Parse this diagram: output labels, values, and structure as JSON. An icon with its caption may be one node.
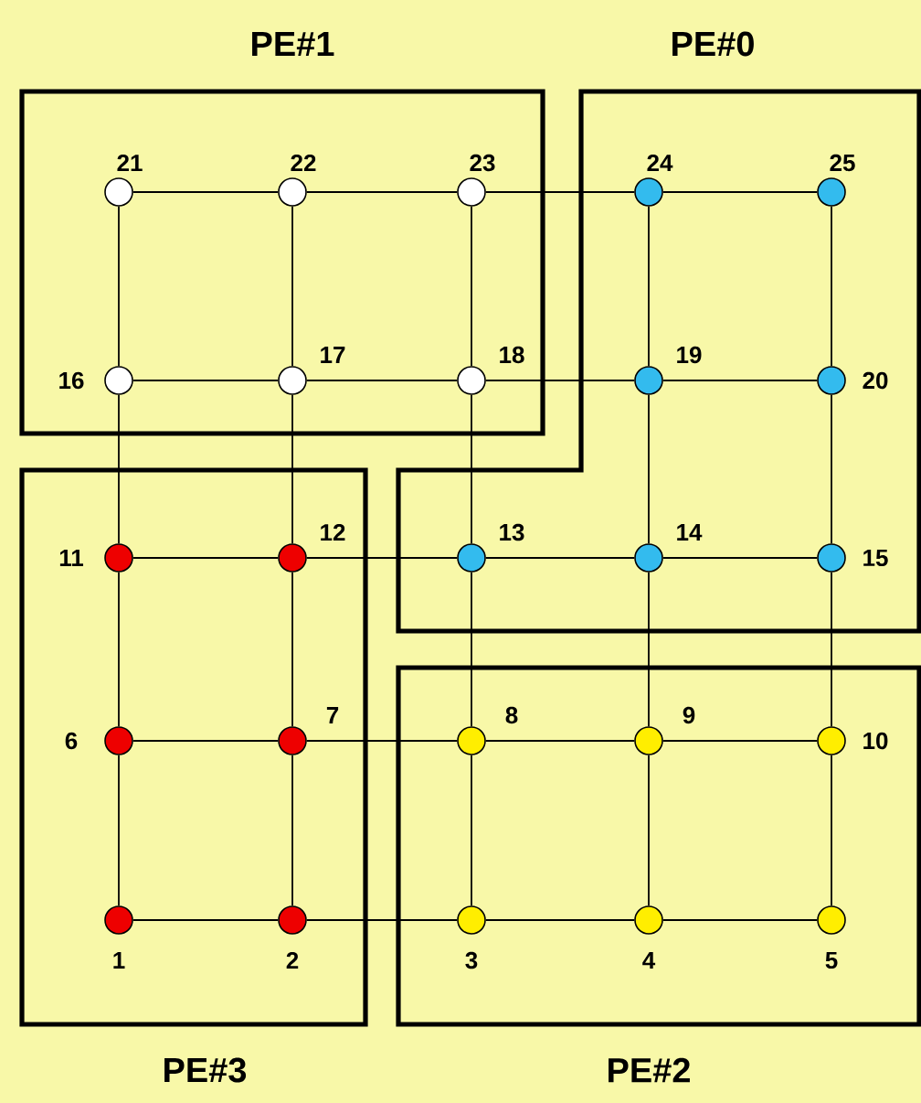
{
  "diagram": {
    "nodes": [
      {
        "text": [
          "PE#1"
        ]
      },
      {
        "text": [
          "PE#0"
        ]
      },
      {
        "text": [
          "PE#3"
        ]
      },
      {
        "text": [
          "PE#2"
        ]
      },
      {
        "text": [],
        "shape": "circle",
        "in": 0,
        "beside": [
          "21"
        ]
      },
      {
        "text": [],
        "shape": "circle",
        "in": 0,
        "beside": [
          "22"
        ]
      },
      {
        "text": [],
        "shape": "circle",
        "in": 0,
        "beside": [
          "23"
        ]
      },
      {
        "text": [],
        "shape": "circle",
        "in": 1,
        "beside": [
          "24"
        ]
      },
      {
        "text": [],
        "shape": "circle",
        "in": 1,
        "beside": [
          "25"
        ]
      },
      {
        "text": [],
        "shape": "circle",
        "in": 0,
        "beside": [
          "16"
        ]
      },
      {
        "text": [],
        "shape": "circle",
        "in": 0,
        "beside": [
          "17"
        ]
      },
      {
        "text": [],
        "shape": "circle",
        "in": 0,
        "beside": [
          "18"
        ]
      },
      {
        "text": [],
        "shape": "circle",
        "in": 1,
        "beside": [
          "19"
        ]
      },
      {
        "text": [],
        "shape": "circle",
        "in": 1,
        "beside": [
          "20"
        ]
      },
      {
        "text": [],
        "shape": "circle",
        "in": 2,
        "beside": [
          "11"
        ]
      },
      {
        "text": [],
        "shape": "circle",
        "in": 2,
        "beside": [
          "12"
        ]
      },
      {
        "text": [],
        "shape": "circle",
        "in": 1,
        "beside": [
          "13"
        ]
      },
      {
        "text": [],
        "shape": "circle",
        "in": 1,
        "beside": [
          "14"
        ]
      },
      {
        "text": [],
        "shape": "circle",
        "in": 1,
        "beside": [
          "15"
        ]
      },
      {
        "text": [],
        "shape": "circle",
        "in": 2,
        "beside": [
          "6"
        ]
      },
      {
        "text": [],
        "shape": "circle",
        "in": 2,
        "beside": [
          "7"
        ]
      },
      {
        "text": [],
        "shape": "circle",
        "in": 3,
        "beside": [
          "8"
        ]
      },
      {
        "text": [],
        "shape": "circle",
        "in": 3,
        "beside": [
          "9"
        ]
      },
      {
        "text": [],
        "shape": "circle",
        "in": 3,
        "beside": [
          "10"
        ]
      },
      {
        "text": [],
        "shape": "circle",
        "in": 2,
        "beside": [
          "1"
        ]
      },
      {
        "text": [],
        "shape": "circle",
        "in": 2,
        "beside": [
          "2"
        ]
      },
      {
        "text": [],
        "shape": "circle",
        "in": 3,
        "beside": [
          "3"
        ]
      },
      {
        "text": [],
        "shape": "circle",
        "in": 3,
        "beside": [
          "4"
        ]
      },
      {
        "text": [],
        "shape": "circle",
        "in": 3,
        "beside": [
          "5"
        ]
      }
    ],
    "edges": [
      {
        "from": 4,
        "to": 5,
        "arrow": "none"
      },
      {
        "from": 5,
        "to": 6,
        "arrow": "none"
      },
      {
        "from": 6,
        "to": 7,
        "arrow": "none"
      },
      {
        "from": 7,
        "to": 8,
        "arrow": "none"
      },
      {
        "from": 9,
        "to": 10,
        "arrow": "none"
      },
      {
        "from": 10,
        "to": 11,
        "arrow": "none"
      },
      {
        "from": 11,
        "to": 12,
        "arrow": "none"
      },
      {
        "from": 12,
        "to": 13,
        "arrow": "none"
      },
      {
        "from": 14,
        "to": 15,
        "arrow": "none"
      },
      {
        "from": 15,
        "to": 16,
        "arrow": "none"
      },
      {
        "from": 16,
        "to": 17,
        "arrow": "none"
      },
      {
        "from": 17,
        "to": 18,
        "arrow": "none"
      },
      {
        "from": 19,
        "to": 20,
        "arrow": "none"
      },
      {
        "from": 20,
        "to": 21,
        "arrow": "none"
      },
      {
        "from": 21,
        "to": 22,
        "arrow": "none"
      },
      {
        "from": 22,
        "to": 23,
        "arrow": "none"
      },
      {
        "from": 24,
        "to": 25,
        "arrow": "none"
      },
      {
        "from": 25,
        "to": 26,
        "arrow": "none"
      },
      {
        "from": 26,
        "to": 27,
        "arrow": "none"
      },
      {
        "from": 27,
        "to": 28,
        "arrow": "none"
      },
      {
        "from": 4,
        "to": 9,
        "arrow": "none"
      },
      {
        "from": 9,
        "to": 14,
        "arrow": "none"
      },
      {
        "from": 14,
        "to": 19,
        "arrow": "none"
      },
      {
        "from": 19,
        "to": 24,
        "arrow": "none"
      },
      {
        "from": 5,
        "to": 10,
        "arrow": "none"
      },
      {
        "from": 10,
        "to": 15,
        "arrow": "none"
      },
      {
        "from": 15,
        "to": 20,
        "arrow": "none"
      },
      {
        "from": 20,
        "to": 25,
        "arrow": "none"
      },
      {
        "from": 6,
        "to": 11,
        "arrow": "none"
      },
      {
        "from": 11,
        "to": 16,
        "arrow": "none"
      },
      {
        "from": 16,
        "to": 21,
        "arrow": "none"
      },
      {
        "from": 21,
        "to": 26,
        "arrow": "none"
      },
      {
        "from": 7,
        "to": 12,
        "arrow": "none"
      },
      {
        "from": 12,
        "to": 17,
        "arrow": "none"
      },
      {
        "from": 17,
        "to": 22,
        "arrow": "none"
      },
      {
        "from": 22,
        "to": 27,
        "arrow": "none"
      },
      {
        "from": 8,
        "to": 13,
        "arrow": "none"
      },
      {
        "from": 13,
        "to": 18,
        "arrow": "none"
      },
      {
        "from": 18,
        "to": 23,
        "arrow": "none"
      },
      {
        "from": 23,
        "to": 28,
        "arrow": "none"
      }
    ]
  }
}
